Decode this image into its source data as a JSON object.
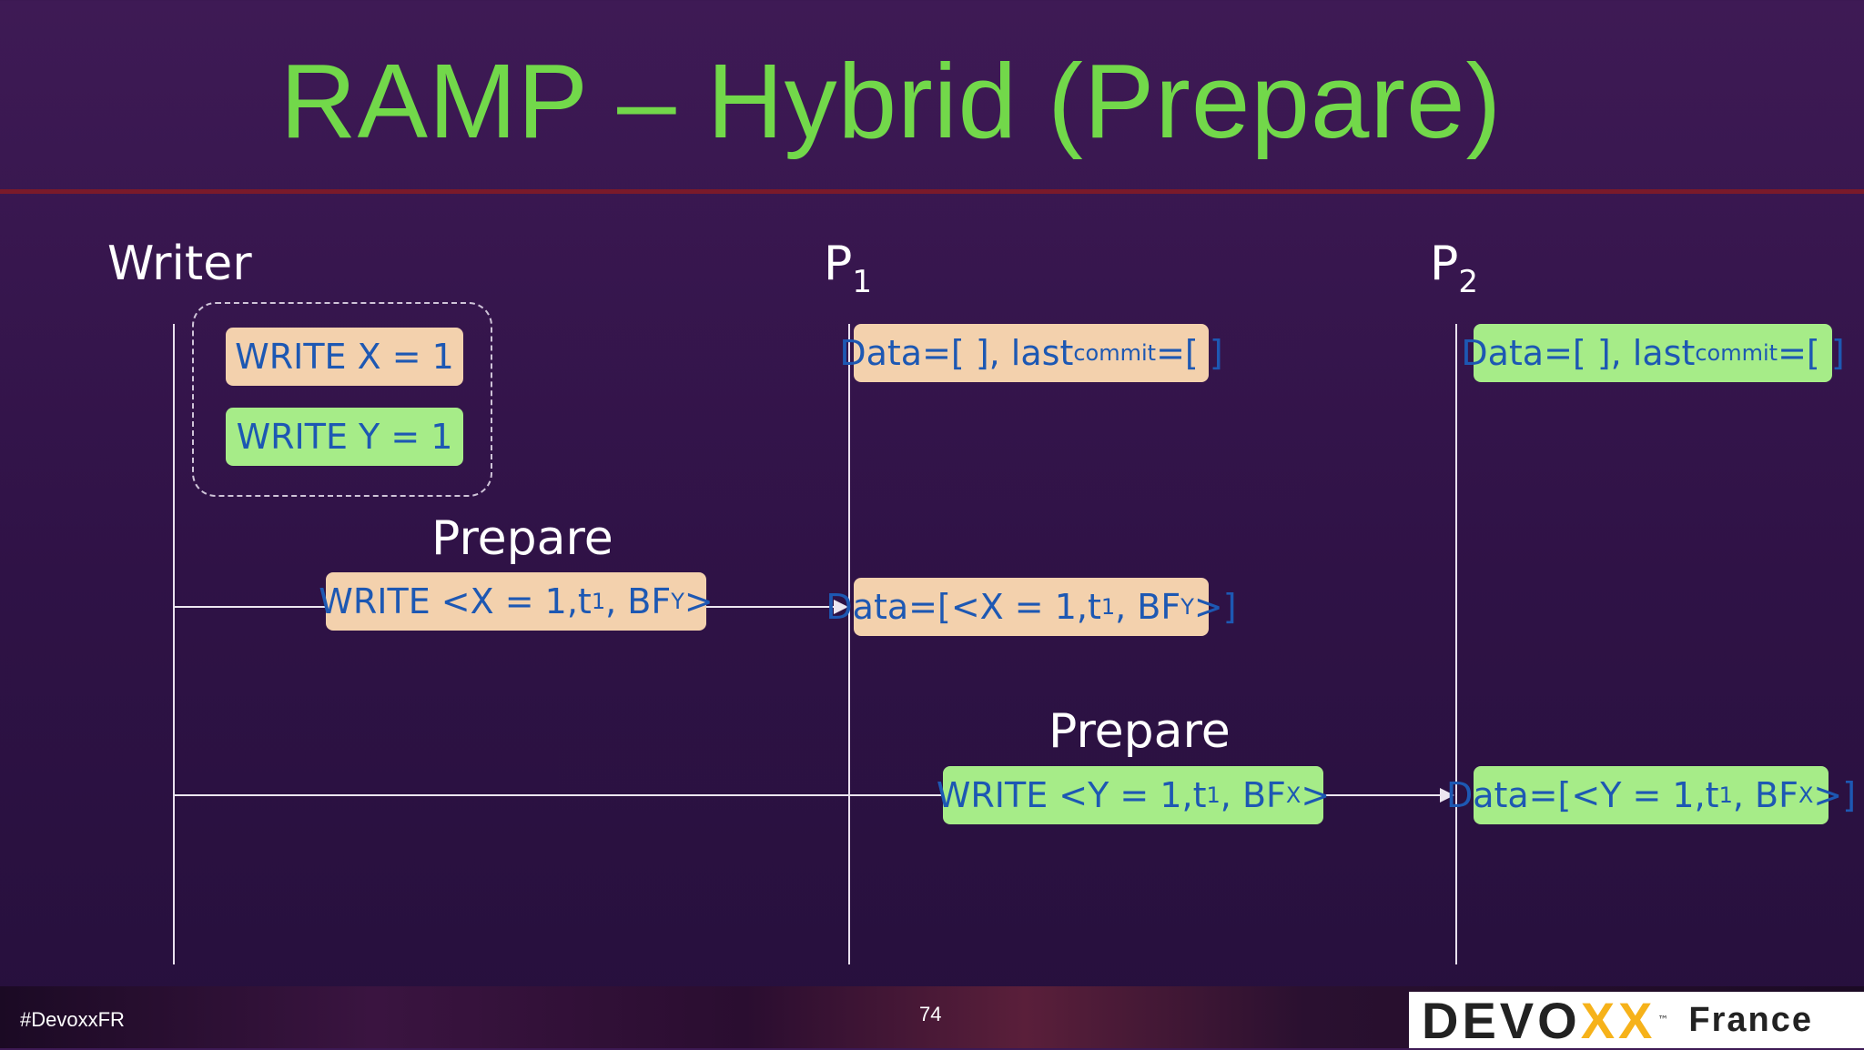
{
  "slide": {
    "title": "RAMP – Hybrid (Prepare)",
    "page_number": "74"
  },
  "participants": [
    {
      "name": "Writer",
      "sub": ""
    },
    {
      "name": "P",
      "sub": "1"
    },
    {
      "name": "P",
      "sub": "2"
    }
  ],
  "writer_group": {
    "write_x": "WRITE X = 1",
    "write_y": "WRITE Y = 1"
  },
  "p1_initial": {
    "a": "Data=[ ], last",
    "sub": "commit",
    "b": "=[ ]"
  },
  "p2_initial": {
    "a": "Data=[ ], last",
    "sub": "commit",
    "b": "=[ ]"
  },
  "messages": [
    {
      "label": "Prepare",
      "box": {
        "a": "WRITE <X = 1,t",
        "sub1": "1",
        "b": ", BF",
        "sub2": "Y",
        "c": ">"
      }
    },
    {
      "label": "Prepare",
      "box": {
        "a": "WRITE <Y = 1,t",
        "sub1": "1",
        "b": ", BF",
        "sub2": "X",
        "c": ">"
      }
    }
  ],
  "p1_after": {
    "a": "Data=[<X = 1,t",
    "sub1": "1",
    "b": ", BF",
    "sub2": "Y",
    "c": ">]"
  },
  "p2_after": {
    "a": "Data=[<Y = 1,t",
    "sub1": "1",
    "b": ", BF",
    "sub2": "X",
    "c": ">]"
  },
  "footer": {
    "hashtag": "#DevoxxFR",
    "logo_a": "DEVO",
    "logo_x": "XX",
    "logo_tm": "™",
    "logo_sub": "France"
  },
  "colors": {
    "title": "#72d84a",
    "box_tan": "#f3d1ad",
    "box_green": "#a6ec88",
    "box_text": "#1d58b3"
  }
}
